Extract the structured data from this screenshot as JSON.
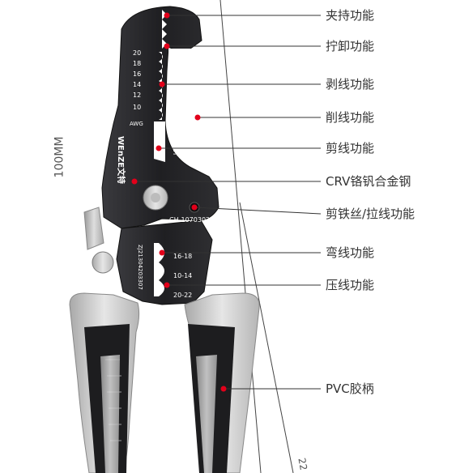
{
  "dimension_label": "100MM",
  "dimension_label_bottom": "22",
  "brand": "WEnZE文特",
  "model": "CH-1070302",
  "serial": "ZJ21304203307",
  "awg": {
    "sizes": [
      "20",
      "18",
      "16",
      "14",
      "12",
      "10"
    ],
    "unit": "AWG"
  },
  "cut_label": "CUT",
  "bend_sizes": [
    "16-18",
    "10-14",
    "20-22"
  ],
  "callouts": [
    "夹持功能",
    "拧卸功能",
    "剥线功能",
    "削线功能",
    "剪线功能",
    "CRV铬钒合金钢",
    "剪铁丝/拉线功能",
    "弯线功能",
    "压线功能",
    "PVC胶柄"
  ],
  "colors": {
    "accent_dot": "#e2001a",
    "metal": "#262629",
    "handle_black": "#1d1d1f",
    "handle_grey": "#cfcfcf",
    "leader_line": "#333333"
  }
}
